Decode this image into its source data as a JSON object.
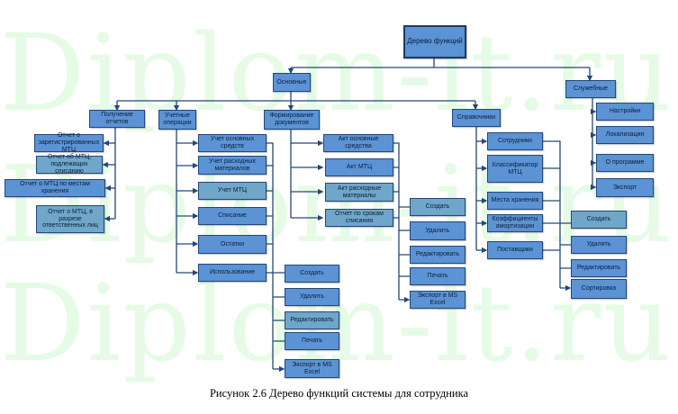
{
  "watermark": "Diplom-it.ru",
  "root": "Дерево функций",
  "level1": {
    "main": "Основные",
    "service": "Служебные"
  },
  "main_groups": {
    "reports": "Получение отчетов",
    "accounting": "Учетные операции",
    "documents": "Формирование документов",
    "directories": "Справочники"
  },
  "reports_items": [
    "Отчет о зарегистрированных МТЦ",
    "Отчет об МТЦ, подлежащих списанию",
    "Отчет о МТЦ по местам хранения",
    "Отчет о МТЦ, в разрезе ответственных лиц"
  ],
  "accounting_items": [
    "Учет основных средств",
    "Учет расходных материалов",
    "Учет МТЦ",
    "Списание",
    "Остатки",
    "Использование"
  ],
  "accounting_actions": [
    "Создать",
    "Удалить",
    "Редактировать",
    "Печать",
    "Экспорт в MS Excel"
  ],
  "documents_items": [
    "Акт основные средства",
    "Акт МТЦ",
    "Акт расходные материалы",
    "Отчет по срокам списания"
  ],
  "documents_actions": [
    "Создать",
    "Удалить",
    "Редактировать",
    "Печать",
    "Экспорт в MS Excel"
  ],
  "directories_items": [
    "Сотрудники",
    "Классификатор МТЦ",
    "Места хранения",
    "Коэффициенты амортизации",
    "Поставщики"
  ],
  "directories_actions": [
    "Создать",
    "Удалить",
    "Редактировать",
    "Сортировка"
  ],
  "service_items": [
    "Настройки",
    "Локализация",
    "О программе",
    "Экспорт"
  ],
  "caption": "Рисунок 2.6 Дерево функций системы для сотрудника",
  "colors": {
    "box": "#5b93d4",
    "border": "#23477a",
    "watermark": "#e6fbe6"
  }
}
